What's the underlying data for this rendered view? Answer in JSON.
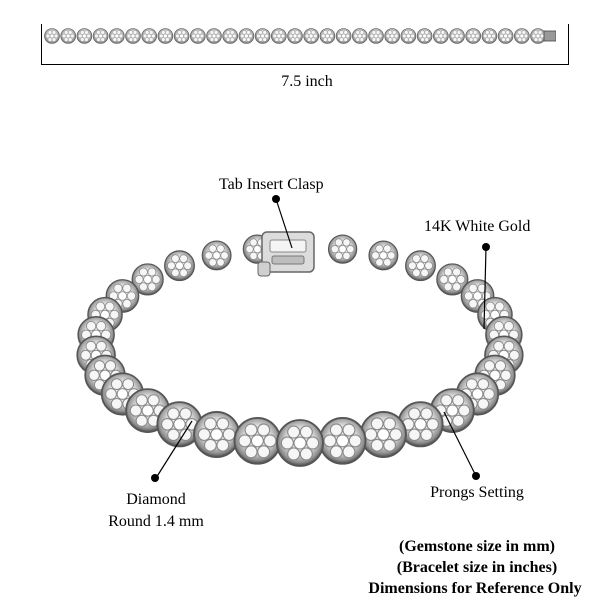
{
  "length_label": "7.5 inch",
  "callouts": {
    "clasp": "Tab Insert Clasp",
    "metal": "14K White Gold",
    "stone_line1": "Diamond",
    "stone_line2": "Round 1.4 mm",
    "setting": "Prongs Setting"
  },
  "notes": {
    "line1": "(Gemstone size in mm)",
    "line2": "(Bracelet size in inches)",
    "line3": "Dimensions for Reference Only"
  }
}
